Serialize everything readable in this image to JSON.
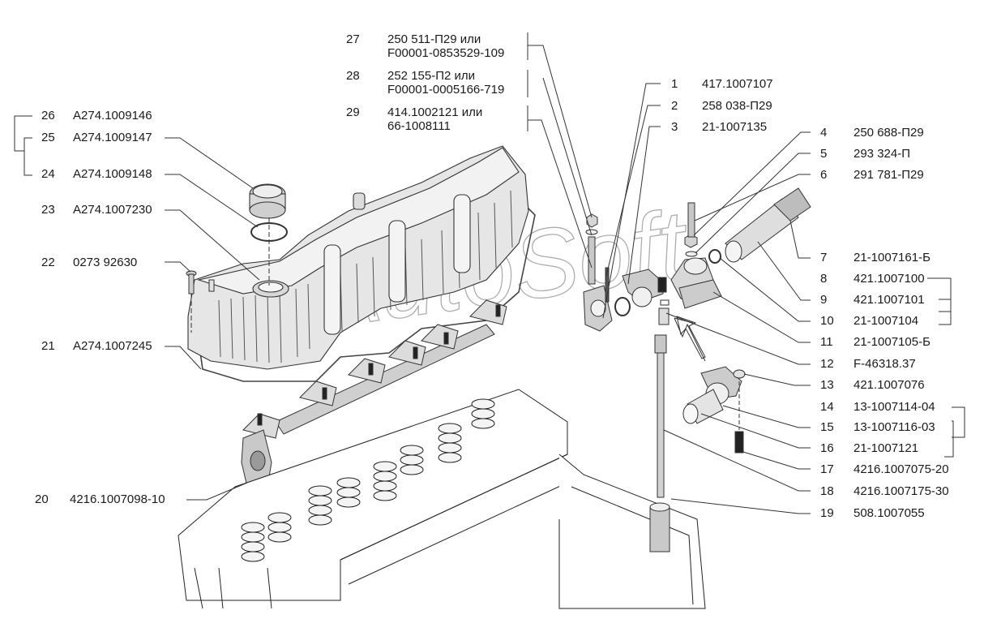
{
  "diagram": {
    "title": "",
    "watermark": "AutoSoft",
    "callouts": [
      {
        "num": "1",
        "part": "417.1007107"
      },
      {
        "num": "2",
        "part": "258 038-П29"
      },
      {
        "num": "3",
        "part": "21-1007135"
      },
      {
        "num": "4",
        "part": "250 688-П29"
      },
      {
        "num": "5",
        "part": "293 324-П"
      },
      {
        "num": "6",
        "part": "291 781-П29"
      },
      {
        "num": "7",
        "part": "21-1007161-Б"
      },
      {
        "num": "8",
        "part": "421.1007100"
      },
      {
        "num": "9",
        "part": "421.1007101"
      },
      {
        "num": "10",
        "part": "21-1007104"
      },
      {
        "num": "11",
        "part": "21-1007105-Б"
      },
      {
        "num": "12",
        "part": "F-46318.37"
      },
      {
        "num": "13",
        "part": "421.1007076"
      },
      {
        "num": "14",
        "part": "13-1007114-04"
      },
      {
        "num": "15",
        "part": "13-1007116-03"
      },
      {
        "num": "16",
        "part": "21-1007121"
      },
      {
        "num": "17",
        "part": "4216.1007075-20"
      },
      {
        "num": "18",
        "part": "4216.1007175-30"
      },
      {
        "num": "19",
        "part": "508.1007055"
      },
      {
        "num": "20",
        "part": "4216.1007098-10"
      },
      {
        "num": "21",
        "part": "A274.1007245"
      },
      {
        "num": "22",
        "part": "0273 92630"
      },
      {
        "num": "23",
        "part": "A274.1007230"
      },
      {
        "num": "24",
        "part": "A274.1009148"
      },
      {
        "num": "25",
        "part": "A274.1009147"
      },
      {
        "num": "26",
        "part": "A274.1009146"
      },
      {
        "num": "27",
        "part": "250 511-П29 или",
        "part2": "F00001-0853529-109"
      },
      {
        "num": "28",
        "part": "252 155-П2 или",
        "part2": "F00001-0005166-719"
      },
      {
        "num": "29",
        "part": "414.1002121 или",
        "part2": "66-1008111"
      }
    ]
  }
}
